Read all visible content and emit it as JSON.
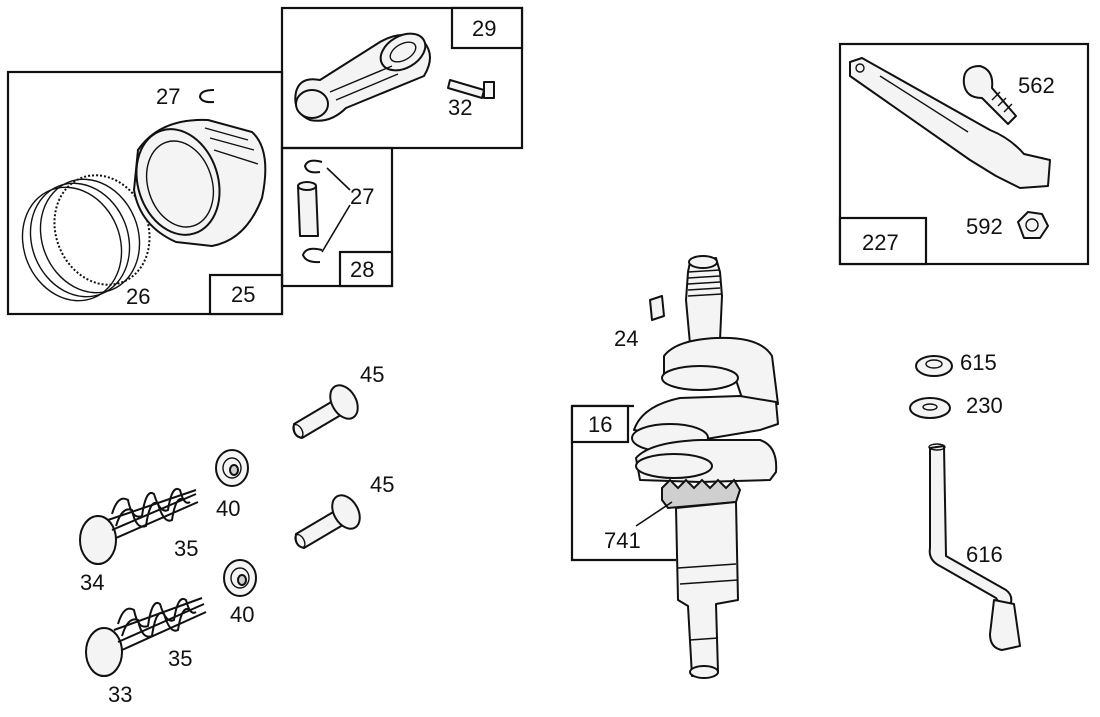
{
  "labels": {
    "l24": "24",
    "l25": "25",
    "l26": "26",
    "l27a": "27",
    "l27b": "27",
    "l28": "28",
    "l29": "29",
    "l32": "32",
    "l16": "16",
    "l741": "741",
    "l227": "227",
    "l562": "562",
    "l592": "592",
    "l615": "615",
    "l230": "230",
    "l616": "616",
    "l45a": "45",
    "l45b": "45",
    "l40a": "40",
    "l40b": "40",
    "l35a": "35",
    "l35b": "35",
    "l34": "34",
    "l33": "33"
  }
}
